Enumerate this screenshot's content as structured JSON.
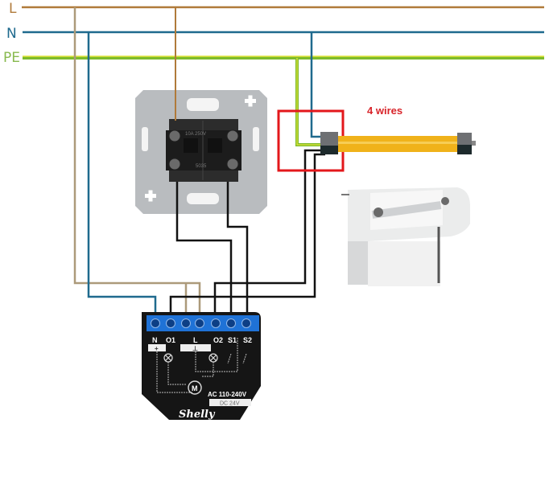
{
  "diagram": {
    "title": "Shelly Plus 2PM roller shutter wiring with 4-wire motor",
    "colors": {
      "live": "#b07a3a",
      "neutral": "#1f6a8e",
      "earth_yellow": "#e2e43a",
      "earth_green": "#7dbb2b",
      "signal": "#111111",
      "highlight_box": "#e3171b",
      "annotation": "#d8242a",
      "module_body": "#151515",
      "terminal_block": "#1f72d6",
      "motor_tube": "#f0b21a"
    },
    "buses": [
      {
        "id": "L",
        "label": "L",
        "color": "#b07a3a"
      },
      {
        "id": "N",
        "label": "N",
        "color": "#1f6a8e"
      },
      {
        "id": "PE",
        "label": "PE",
        "color": "#88b94e"
      }
    ],
    "annotation": {
      "text": "4 wires"
    },
    "switch": {
      "name": "Double rocker shutter switch",
      "printed_rating": "10A 250V",
      "printed_code": "5035"
    },
    "motor": {
      "name": "Tubular shutter motor"
    },
    "shutter": {
      "name": "Roller shutter box"
    },
    "module": {
      "brand": "Shelly",
      "terminals": [
        "N",
        "O1",
        "L",
        "O2",
        "S1",
        "S2"
      ],
      "symbols": {
        "N": "+",
        "L": "⊥"
      },
      "motor_symbol": "M",
      "ac_rating": "AC 110-240V",
      "dc_rating": "DC 24V"
    }
  }
}
